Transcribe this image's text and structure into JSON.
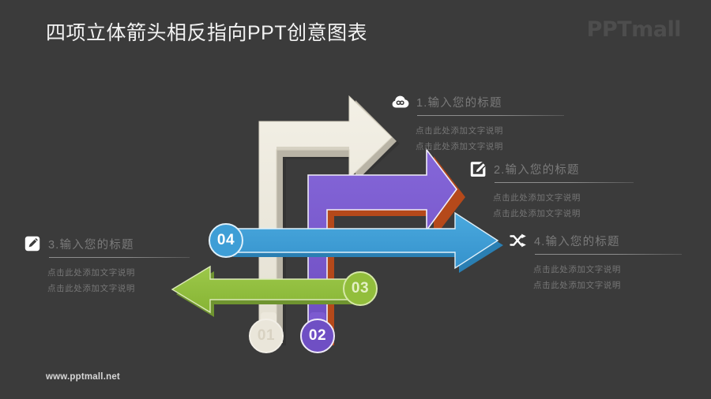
{
  "slide": {
    "title": "四项立体箭头相反指向PPT创意图表",
    "brand": "PPTmall",
    "footer_url": "www.pptmall.net",
    "background_color": "#3b3b3b"
  },
  "blocks": [
    {
      "id": "1",
      "icon": "cloud-infinity-icon",
      "title": "1.输入您的标题",
      "lines": [
        "点击此处添加文字说明",
        "点击此处添加文字说明"
      ]
    },
    {
      "id": "2",
      "icon": "edit-square-icon",
      "title": "2.输入您的标题",
      "lines": [
        "点击此处添加文字说明",
        "点击此处添加文字说明"
      ]
    },
    {
      "id": "3",
      "icon": "pencil-square-icon",
      "title": "3.输入您的标题",
      "lines": [
        "点击此处添加文字说明",
        "点击此处添加文字说明"
      ]
    },
    {
      "id": "4",
      "icon": "shuffle-icon",
      "title": "4.输入您的标题",
      "lines": [
        "点击此处添加文字说明",
        "点击此处添加文字说明"
      ]
    }
  ],
  "badges": [
    {
      "label": "01",
      "color": "#eae6da"
    },
    {
      "label": "02",
      "color": "#6f4fc4"
    },
    {
      "label": "03",
      "color": "#92be3c"
    },
    {
      "label": "04",
      "color": "#3e9ed6"
    }
  ],
  "arrows": [
    {
      "name": "cream-elbow-arrow",
      "color": "#ece8dc",
      "shadow": "#b9b4a6",
      "direction": "up-then-right",
      "linked_badge": "01"
    },
    {
      "name": "purple-elbow-arrow",
      "color": "#7c5ad0",
      "shadow": "#b5491a",
      "direction": "up-then-right",
      "linked_badge": "02"
    },
    {
      "name": "green-left-arrow",
      "color": "#92be3c",
      "shadow": "#6f9430",
      "direction": "left",
      "linked_badge": "03"
    },
    {
      "name": "blue-right-arrow",
      "color": "#3e9ed6",
      "shadow": "#2a7fb3",
      "direction": "right",
      "linked_badge": "04"
    }
  ]
}
